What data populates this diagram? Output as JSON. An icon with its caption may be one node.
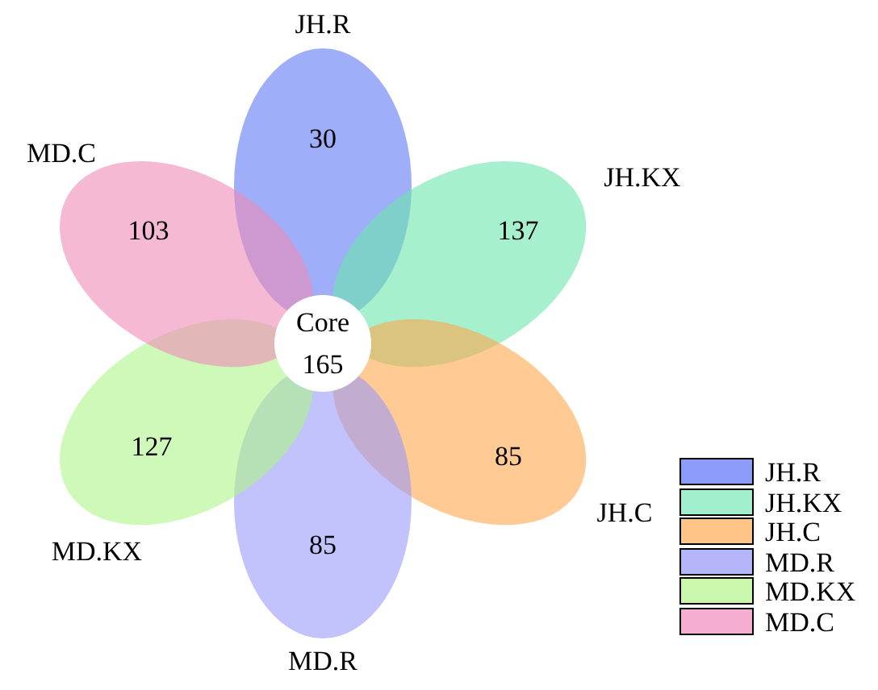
{
  "diagram": {
    "nodes": [
      {
        "text": [
          "30"
        ],
        "beside": [
          "JH.R"
        ]
      },
      {
        "text": [
          "137"
        ],
        "beside": [
          "JH.KX"
        ]
      },
      {
        "text": [
          "85"
        ],
        "beside": [
          "JH.C"
        ]
      },
      {
        "text": [
          "85"
        ],
        "beside": [
          "MD.R"
        ]
      },
      {
        "text": [
          "127"
        ],
        "beside": [
          "MD.KX"
        ]
      },
      {
        "text": [
          "103"
        ],
        "beside": [
          "MD.C"
        ]
      },
      {
        "text": [
          "Core",
          "165"
        ]
      }
    ],
    "legend": [
      {
        "text": "JH.R",
        "color": "#8c9cf8"
      },
      {
        "text": "JH.KX",
        "color": "#a1efcc"
      },
      {
        "text": "JH.C",
        "color": "#ffc488"
      },
      {
        "text": "MD.R",
        "color": "#b5b5fb"
      },
      {
        "text": "MD.KX",
        "color": "#c9f8ad"
      },
      {
        "text": "MD.C",
        "color": "#f5aed0"
      }
    ]
  }
}
